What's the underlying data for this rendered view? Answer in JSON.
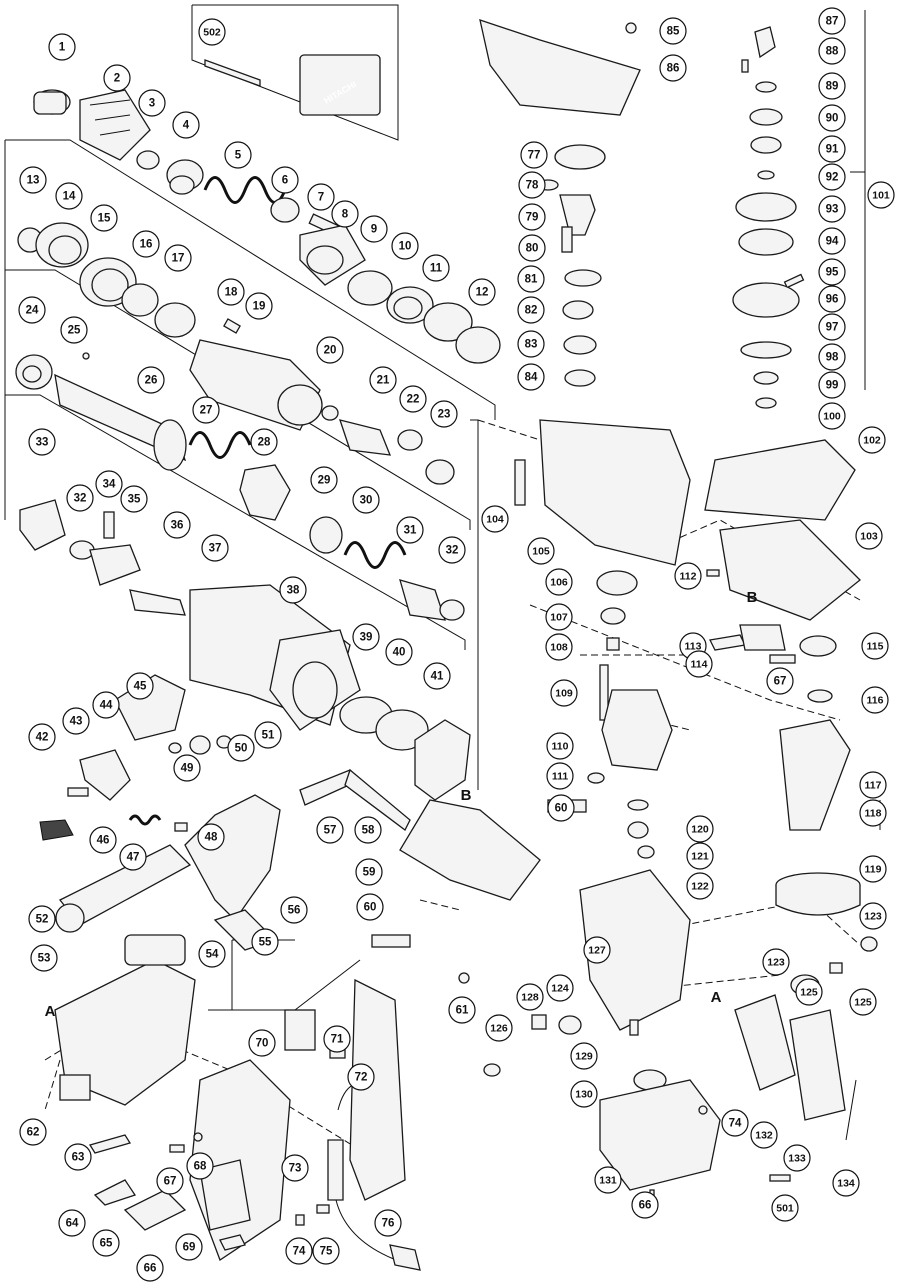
{
  "diagram": {
    "section_letters": [
      "A",
      "B",
      "A",
      "B"
    ],
    "case_brand": "HITACHI",
    "callouts": [
      "1",
      "2",
      "3",
      "4",
      "5",
      "6",
      "7",
      "8",
      "9",
      "10",
      "11",
      "12",
      "13",
      "14",
      "15",
      "16",
      "17",
      "18",
      "19",
      "20",
      "21",
      "22",
      "23",
      "24",
      "25",
      "26",
      "27",
      "28",
      "29",
      "30",
      "31",
      "32",
      "32",
      "33",
      "34",
      "35",
      "36",
      "37",
      "38",
      "39",
      "40",
      "41",
      "42",
      "43",
      "44",
      "45",
      "46",
      "47",
      "48",
      "49",
      "50",
      "51",
      "52",
      "53",
      "54",
      "55",
      "56",
      "57",
      "58",
      "59",
      "60",
      "60",
      "61",
      "62",
      "63",
      "64",
      "65",
      "66",
      "66",
      "67",
      "67",
      "68",
      "69",
      "70",
      "71",
      "72",
      "73",
      "74",
      "74",
      "75",
      "76",
      "77",
      "78",
      "79",
      "80",
      "81",
      "82",
      "83",
      "84",
      "85",
      "86",
      "87",
      "88",
      "89",
      "90",
      "91",
      "92",
      "93",
      "94",
      "95",
      "96",
      "97",
      "98",
      "99",
      "100",
      "101",
      "102",
      "103",
      "104",
      "105",
      "106",
      "107",
      "108",
      "109",
      "110",
      "111",
      "112",
      "113",
      "114",
      "115",
      "116",
      "117",
      "118",
      "119",
      "120",
      "121",
      "122",
      "123",
      "123",
      "124",
      "125",
      "125",
      "126",
      "127",
      "128",
      "129",
      "130",
      "131",
      "132",
      "133",
      "134",
      "501",
      "502"
    ]
  }
}
